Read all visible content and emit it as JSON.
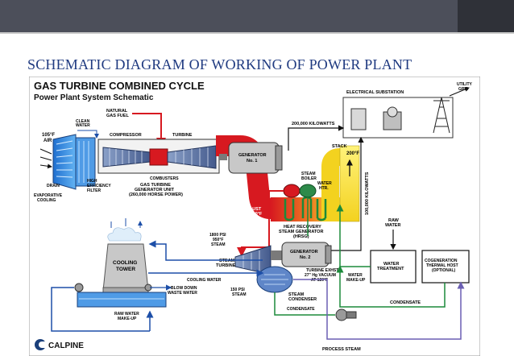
{
  "slide": {
    "title": "SCHEMATIC DIAGRAM OF WORKING OF POWER PLANT"
  },
  "diagram": {
    "heading1": "GAS TURBINE COMBINED CYCLE",
    "heading2": "Power Plant System Schematic",
    "labels": {
      "natural_gas_1": "NATURAL",
      "natural_gas_2": "GAS FUEL",
      "clean_water_1": "CLEAN",
      "clean_water_2": "WATER",
      "air_temp": "105°F",
      "air": "AIR",
      "compressor": "COMPRESSOR",
      "turbine": "TURBINE",
      "combusters": "COMBUSTERS",
      "drain": "DRAIN",
      "evap_1": "EVAPORATIVE",
      "evap_2": "COOLING",
      "hef_1": "HIGH",
      "hef_2": "EFFICIENCY",
      "hef_3": "FILTER",
      "gtgu_1": "GAS TURBINE",
      "gtgu_2": "GENERATOR UNIT",
      "gtgu_3": "(260,000 HORSE POWER)",
      "generator1_1": "GENERATOR",
      "generator1_2": "No. 1",
      "kw_200": "200,000 KILOWATTS",
      "electrical_substation": "ELECTRICAL SUBSTATION",
      "utility_grid_1": "UTILITY",
      "utility_grid_2": "GRID",
      "kw_100": "100,000 KILOWATTS",
      "stack": "STACK",
      "stack_temp": "200°F",
      "steam_boiler_1": "STEAM",
      "steam_boiler_2": "BOILER",
      "water_htr_1": "WATER",
      "water_htr_2": "HTR.",
      "exhaust_1": "EXHAUST",
      "exhaust_2": "GAS 1000°F",
      "hrsg_1": "HEAT RECOVERY",
      "hrsg_2": "STEAM GENERATOR",
      "hrsg_3": "(HRSG)",
      "steam_psi_1": "1800 PSI",
      "steam_psi_2": "950°F",
      "steam_psi_3": "STEAM",
      "generator2_1": "GENERATOR",
      "generator2_2": "No. 2",
      "steam_turbine_1": "STEAM",
      "steam_turbine_2": "TURBINE",
      "turbine_exhaust_1": "TURBINE EXHST",
      "turbine_exhaust_2": "27\" Hg VACUUM",
      "turbine_exhaust_3": "AT 120°F",
      "cooling_tower_1": "COOLING",
      "cooling_tower_2": "TOWER",
      "cooling_water": "COOLING WATER",
      "blow_down_1": "BLOW DOWN",
      "blow_down_2": "WASTE WATER",
      "psi150_1": "150 PSI",
      "psi150_2": "STEAM",
      "steam_condenser_1": "STEAM",
      "steam_condenser_2": "CONDENSER",
      "condensate": "CONDENSATE",
      "condensate2": "CONDENSATE",
      "water_makeup_1": "WATER",
      "water_makeup_2": "MAKE-UP",
      "raw_water_1": "RAW",
      "raw_water_2": "WATER",
      "water_treatment_1": "WATER",
      "water_treatment_2": "TREATMENT",
      "cogeneration_1": "COGENERATION",
      "cogeneration_2": "THERMAL HOST",
      "cogeneration_3": "(OPTIONAL)",
      "raw_water_makeup_1": "RAW WATER",
      "raw_water_makeup_2": "MAKE-UP",
      "process_steam": "PROCESS STEAM",
      "brand": "CALPINE"
    }
  }
}
